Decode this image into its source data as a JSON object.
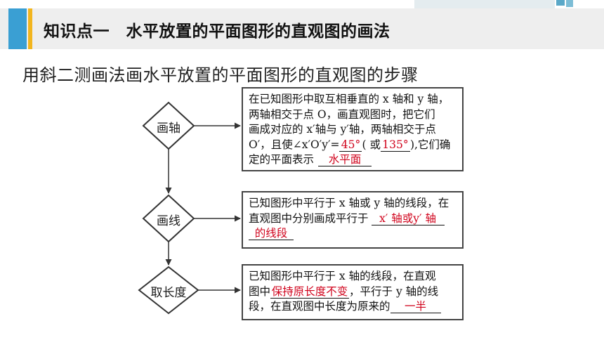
{
  "header": {
    "title": "知识点一　水平放置的平面图形的直观图的画法",
    "colors": {
      "bar": "#3a9fd3",
      "accent": "#f2b51e",
      "deco": "#5aa8c8"
    }
  },
  "subtitle": "用斜二测画法画水平放置的平面图形的直观图的步骤",
  "steps": [
    {
      "label": "画轴",
      "l1": "在已知图形中取互相垂直的 x 轴和 y 轴，",
      "l2": "两轴相交于点 O，画直观图时，把它们",
      "l3": "画成对应的 x′轴与 y′轴，两轴相交于点",
      "l4a": "O′，且使∠x′O′y′=",
      "ans1": "45°",
      "l4b": "( 或",
      "ans2": "135°",
      "l4c": "),它们确",
      "l5a": "定的平面表示",
      "ans3": "水平面"
    },
    {
      "label": "画线",
      "l1": "已知图形中平行于 x 轴或 y 轴的线段，在",
      "l2a": "直观图中分别画成平行于",
      "ans1": "x′ 轴或y′ 轴",
      "ans2": "的线段"
    },
    {
      "label": "取长度",
      "l1": "已知图形中平行于 x 轴的线段，在直观",
      "l2a": "图中",
      "ans1": "保持原长度不变",
      "l2b": "，平行于 y 轴的线",
      "l3a": "段，在直观图中长度为原来的",
      "ans2": "一半"
    }
  ]
}
